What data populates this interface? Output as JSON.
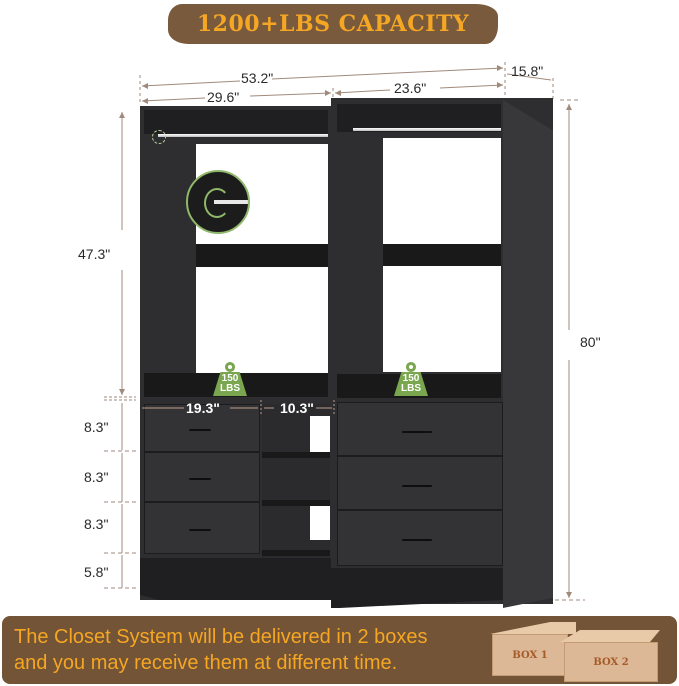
{
  "title_banner": {
    "text": "1200+LBS CAPACITY"
  },
  "dimensions": {
    "total_width": "53.2\"",
    "depth": "15.8\"",
    "left_unit_width": "29.6\"",
    "right_unit_width": "23.6\"",
    "upper_height": "47.3\"",
    "total_height": "80\"",
    "drawer_width": "19.3\"",
    "cubby_width": "10.3\"",
    "drawer_heights": [
      "8.3\"",
      "8.3\"",
      "8.3\""
    ],
    "base_height": "5.8\""
  },
  "weight_badges": [
    {
      "value": "150",
      "unit": "LBS"
    },
    {
      "value": "150",
      "unit": "LBS"
    }
  ],
  "delivery_banner": {
    "line1": "The Closet System will be delivered in 2 boxes",
    "line2": "and you may receive them at different time."
  },
  "boxes": [
    {
      "label": "BOX 1"
    },
    {
      "label": "BOX 2"
    }
  ],
  "colors": {
    "banner_brown": "#735436",
    "accent_orange": "#f5a623",
    "badge_green": "#7aa650",
    "furniture_black": "#2e2e30"
  }
}
